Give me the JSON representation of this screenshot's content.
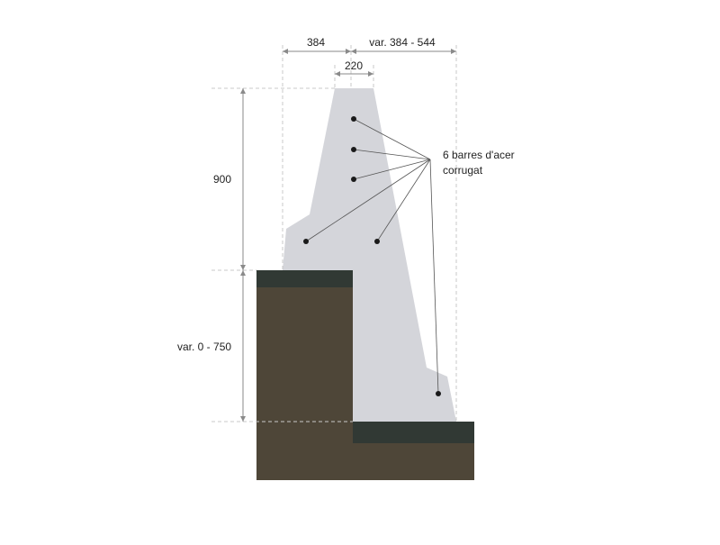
{
  "dimensions": {
    "top_left_width": "384",
    "top_right_width": "var. 384 - 544",
    "crest_width": "220",
    "upper_height": "900",
    "lower_height": "var. 0 - 750"
  },
  "annotation": {
    "line1": "6 barres d'acer",
    "line2": "corrugat"
  },
  "colors": {
    "concrete": "#d4d5da",
    "soil": "#4e4638",
    "soil_cap": "#313934",
    "dim_line": "#8a8a8a",
    "leader": "#555555",
    "bar_dot": "#1a1a1a"
  }
}
